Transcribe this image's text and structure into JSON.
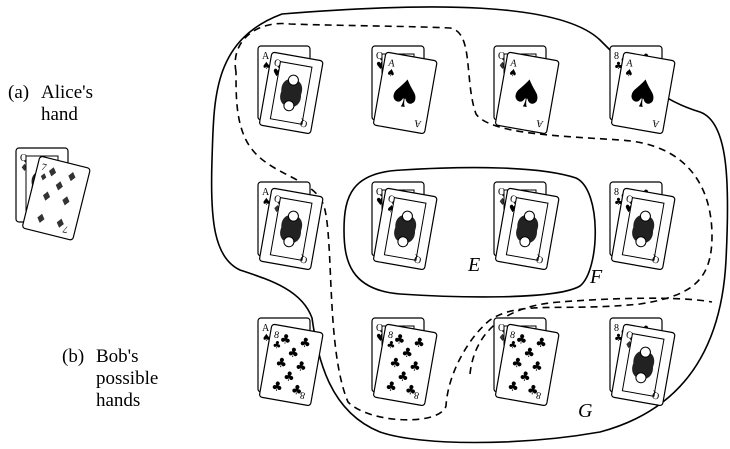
{
  "labels": {
    "alice_marker": "(a)",
    "alice_line1": "Alice's",
    "alice_line2": "hand",
    "bob_marker": "(b)",
    "bob_line1": "Bob's",
    "bob_line2": "possible",
    "bob_line3": "hands"
  },
  "events": {
    "E": "E",
    "F": "F",
    "G": "G"
  },
  "alice_hand": {
    "cards": [
      {
        "rank": "Q",
        "suit": "diamond"
      },
      {
        "rank": "7",
        "suit": "diamond"
      }
    ]
  },
  "bob_hands": [
    {
      "back": {
        "rank": "A",
        "suit": "spade"
      },
      "front": {
        "rank": "Q",
        "suit": "heart"
      }
    },
    {
      "back": {
        "rank": "Q",
        "suit": "heart"
      },
      "front": {
        "rank": "A",
        "suit": "spade"
      }
    },
    {
      "back": {
        "rank": "Q",
        "suit": "diamond"
      },
      "front": {
        "rank": "A",
        "suit": "spade"
      }
    },
    {
      "back": {
        "rank": "8",
        "suit": "club"
      },
      "front": {
        "rank": "A",
        "suit": "spade"
      }
    },
    {
      "back": {
        "rank": "A",
        "suit": "spade"
      },
      "front": {
        "rank": "Q",
        "suit": "diamond"
      }
    },
    {
      "back": {
        "rank": "Q",
        "suit": "heart"
      },
      "front": {
        "rank": "Q",
        "suit": "spade"
      }
    },
    {
      "back": {
        "rank": "Q",
        "suit": "diamond"
      },
      "front": {
        "rank": "Q",
        "suit": "heart"
      }
    },
    {
      "back": {
        "rank": "8",
        "suit": "club"
      },
      "front": {
        "rank": "Q",
        "suit": "heart"
      }
    },
    {
      "back": {
        "rank": "A",
        "suit": "spade"
      },
      "front": {
        "rank": "8",
        "suit": "club"
      }
    },
    {
      "back": {
        "rank": "Q",
        "suit": "heart"
      },
      "front": {
        "rank": "8",
        "suit": "club"
      }
    },
    {
      "back": {
        "rank": "Q",
        "suit": "diamond"
      },
      "front": {
        "rank": "8",
        "suit": "club"
      }
    },
    {
      "back": {
        "rank": "8",
        "suit": "club"
      },
      "front": {
        "rank": "Q",
        "suit": "diamond"
      }
    }
  ]
}
